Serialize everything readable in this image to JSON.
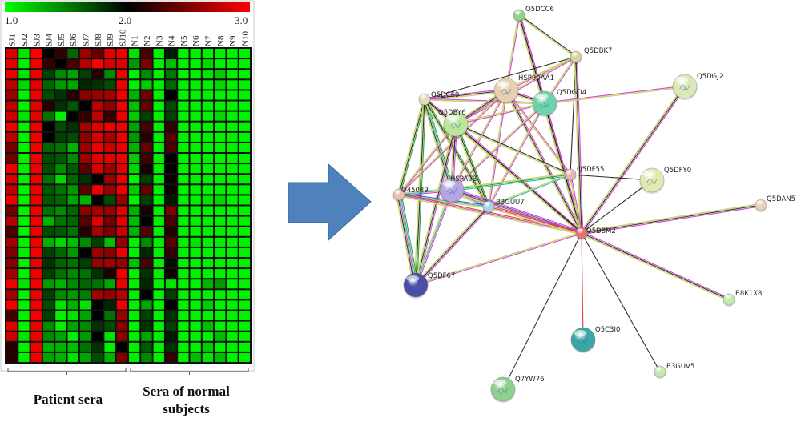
{
  "heatmap": {
    "colorscale": {
      "min_label": "1.0",
      "mid_label": "2.0",
      "max_label": "3.0",
      "min": 1.0,
      "mid": 2.0,
      "max": 3.0,
      "colors": [
        "#00ff00",
        "#000000",
        "#ff0000"
      ]
    },
    "columns": [
      "SJ1",
      "SJ2",
      "SJ3",
      "SJ4",
      "SJ5",
      "SJ6",
      "SJ7",
      "SJ8",
      "SJ9",
      "SJ10",
      "N1",
      "N2",
      "N3",
      "N4",
      "N5",
      "N6",
      "N7",
      "N8",
      "N9",
      "N10"
    ],
    "groups": [
      {
        "label": "Patient sera",
        "from": 0,
        "to": 9
      },
      {
        "label": "Sera of normal subjects",
        "from": 10,
        "to": 19
      }
    ],
    "rows": [
      [
        2.85,
        1.1,
        3.0,
        2.0,
        2.2,
        1.6,
        2.6,
        2.4,
        2.9,
        2.95,
        1.1,
        2.3,
        1.05,
        1.9,
        1.05,
        1.05,
        1.05,
        1.05,
        1.05,
        1.05
      ],
      [
        2.9,
        1.05,
        2.95,
        2.2,
        2.0,
        2.3,
        2.7,
        3.0,
        2.85,
        2.9,
        1.4,
        2.5,
        1.05,
        1.25,
        1.05,
        1.05,
        1.15,
        1.05,
        1.05,
        1.05
      ],
      [
        2.95,
        1.1,
        2.95,
        1.75,
        1.45,
        1.35,
        1.75,
        2.15,
        1.45,
        2.95,
        1.05,
        1.45,
        1.05,
        1.55,
        1.05,
        1.05,
        1.1,
        1.2,
        1.05,
        1.05
      ],
      [
        2.75,
        1.15,
        2.9,
        1.6,
        1.4,
        1.35,
        1.85,
        1.8,
        1.7,
        2.95,
        1.05,
        1.2,
        1.05,
        1.6,
        1.05,
        1.05,
        1.05,
        1.15,
        1.05,
        1.05
      ],
      [
        2.6,
        1.05,
        2.95,
        1.7,
        1.8,
        2.15,
        2.55,
        2.6,
        2.65,
        2.95,
        1.3,
        2.45,
        1.05,
        2.0,
        1.05,
        1.05,
        1.05,
        1.05,
        1.05,
        1.05
      ],
      [
        2.75,
        1.05,
        2.9,
        2.15,
        1.8,
        1.65,
        2.0,
        2.75,
        2.55,
        2.95,
        1.25,
        2.4,
        1.05,
        1.7,
        1.05,
        1.05,
        1.05,
        1.05,
        1.05,
        1.05
      ],
      [
        2.8,
        1.1,
        2.9,
        1.55,
        1.05,
        2.0,
        2.2,
        2.75,
        2.2,
        2.95,
        1.2,
        1.75,
        1.05,
        1.75,
        1.05,
        1.05,
        1.05,
        1.15,
        1.05,
        1.05
      ],
      [
        2.95,
        1.05,
        2.95,
        2.0,
        1.7,
        1.8,
        2.65,
        2.9,
        2.95,
        2.95,
        1.35,
        2.3,
        1.05,
        2.2,
        1.05,
        1.05,
        1.05,
        1.05,
        1.05,
        1.05
      ],
      [
        2.75,
        1.05,
        2.95,
        2.0,
        1.75,
        1.7,
        2.55,
        2.85,
        2.65,
        2.95,
        1.4,
        2.15,
        1.05,
        2.35,
        1.05,
        1.05,
        1.05,
        1.05,
        1.05,
        1.05
      ],
      [
        2.45,
        1.05,
        2.95,
        1.6,
        1.55,
        1.3,
        2.6,
        2.95,
        2.8,
        2.95,
        1.3,
        2.4,
        1.05,
        2.3,
        1.05,
        1.05,
        1.05,
        1.05,
        1.05,
        1.05
      ],
      [
        2.45,
        1.05,
        2.95,
        1.7,
        1.65,
        1.45,
        2.6,
        2.9,
        2.9,
        2.95,
        1.2,
        2.25,
        1.05,
        2.0,
        1.05,
        1.05,
        1.05,
        1.05,
        1.05,
        1.05
      ],
      [
        2.95,
        1.05,
        2.95,
        1.7,
        1.45,
        1.65,
        2.35,
        2.85,
        2.6,
        2.9,
        1.15,
        2.1,
        1.05,
        2.0,
        1.05,
        1.05,
        1.05,
        1.05,
        1.05,
        1.05
      ],
      [
        2.85,
        1.05,
        2.95,
        1.55,
        1.15,
        1.6,
        1.8,
        2.0,
        2.6,
        2.95,
        1.05,
        1.75,
        1.05,
        2.05,
        1.05,
        1.05,
        1.05,
        1.05,
        1.05,
        1.05
      ],
      [
        2.75,
        1.05,
        2.95,
        1.65,
        1.55,
        1.4,
        2.35,
        2.95,
        2.6,
        2.95,
        1.2,
        2.4,
        1.05,
        2.05,
        1.05,
        1.05,
        1.05,
        1.05,
        1.05,
        1.05
      ],
      [
        2.95,
        1.05,
        2.95,
        1.65,
        1.6,
        1.35,
        1.3,
        2.0,
        1.7,
        2.6,
        1.05,
        1.75,
        1.05,
        1.9,
        1.05,
        1.05,
        1.1,
        1.15,
        1.05,
        1.05
      ],
      [
        2.45,
        1.05,
        2.95,
        1.55,
        1.45,
        1.6,
        2.55,
        2.65,
        2.6,
        2.9,
        1.3,
        2.1,
        1.05,
        2.5,
        1.05,
        1.05,
        1.05,
        1.05,
        1.05,
        1.05
      ],
      [
        2.7,
        1.05,
        2.95,
        1.3,
        1.55,
        1.6,
        2.35,
        2.9,
        2.45,
        2.9,
        1.25,
        2.0,
        1.05,
        2.3,
        1.05,
        1.05,
        1.05,
        1.05,
        1.05,
        1.05
      ],
      [
        2.3,
        1.05,
        2.95,
        1.7,
        1.65,
        1.55,
        2.15,
        2.65,
        2.5,
        2.8,
        1.3,
        2.35,
        1.05,
        2.15,
        1.05,
        1.05,
        1.05,
        1.05,
        1.05,
        1.05
      ],
      [
        2.65,
        1.05,
        2.95,
        1.3,
        1.15,
        1.25,
        1.45,
        1.75,
        1.25,
        2.6,
        1.05,
        1.45,
        1.05,
        2.35,
        1.05,
        1.1,
        1.05,
        1.05,
        1.05,
        1.05
      ],
      [
        2.5,
        1.05,
        2.95,
        1.75,
        1.6,
        1.4,
        2.0,
        2.6,
        2.55,
        2.95,
        1.05,
        1.85,
        1.05,
        2.2,
        1.05,
        1.05,
        1.05,
        1.05,
        1.05,
        1.05
      ],
      [
        2.55,
        1.05,
        2.95,
        1.8,
        1.6,
        1.55,
        1.75,
        2.6,
        2.65,
        2.6,
        1.25,
        2.3,
        1.05,
        1.95,
        1.05,
        1.05,
        1.05,
        1.05,
        1.05,
        1.05
      ],
      [
        2.65,
        1.05,
        2.95,
        1.75,
        1.55,
        1.45,
        1.55,
        1.8,
        2.1,
        2.95,
        1.05,
        1.8,
        1.05,
        2.05,
        1.05,
        1.05,
        1.05,
        1.05,
        1.05,
        1.05
      ],
      [
        2.95,
        1.1,
        2.95,
        1.4,
        1.3,
        1.45,
        1.6,
        1.55,
        1.35,
        2.95,
        1.05,
        1.85,
        1.05,
        1.1,
        1.05,
        1.05,
        1.3,
        1.4,
        1.05,
        1.05
      ],
      [
        2.65,
        1.05,
        2.95,
        1.75,
        1.45,
        1.4,
        1.5,
        2.65,
        2.6,
        2.75,
        1.05,
        2.0,
        1.05,
        1.75,
        1.05,
        1.05,
        1.05,
        1.05,
        1.05,
        1.05
      ],
      [
        2.95,
        1.05,
        2.95,
        1.7,
        1.1,
        1.3,
        1.1,
        2.0,
        1.85,
        2.95,
        1.05,
        1.35,
        1.05,
        2.0,
        1.05,
        1.05,
        1.2,
        1.05,
        1.05,
        1.05
      ],
      [
        2.25,
        1.05,
        2.95,
        1.75,
        1.05,
        1.1,
        1.35,
        2.0,
        1.55,
        2.6,
        1.05,
        1.75,
        1.05,
        1.8,
        1.05,
        1.05,
        1.05,
        1.05,
        1.05,
        1.05
      ],
      [
        2.9,
        1.05,
        2.95,
        1.45,
        1.05,
        1.35,
        1.45,
        1.8,
        1.7,
        2.55,
        1.05,
        1.8,
        1.05,
        1.75,
        1.05,
        1.05,
        1.25,
        1.05,
        1.05,
        1.05
      ],
      [
        2.8,
        1.1,
        2.95,
        1.45,
        1.35,
        1.05,
        1.4,
        2.0,
        1.1,
        2.55,
        1.05,
        1.35,
        1.05,
        1.9,
        1.05,
        1.05,
        1.05,
        1.25,
        1.05,
        1.05
      ],
      [
        2.15,
        1.05,
        2.95,
        1.3,
        1.3,
        1.25,
        1.55,
        1.8,
        1.05,
        2.0,
        1.05,
        1.65,
        1.05,
        1.8,
        1.05,
        1.05,
        1.2,
        1.05,
        1.05,
        1.05
      ],
      [
        2.15,
        1.05,
        2.95,
        1.35,
        1.3,
        1.1,
        1.35,
        1.7,
        1.3,
        2.5,
        1.05,
        1.45,
        1.05,
        2.2,
        1.05,
        1.25,
        1.1,
        1.25,
        1.05,
        1.05
      ]
    ]
  },
  "arrow": {
    "color": "#4f81bd",
    "direction": "right"
  },
  "network": {
    "edge_colors": {
      "textmining": "#c6d66a",
      "coexpression": "#222222",
      "experiments": "#d03cd0",
      "database": "#22b0b0",
      "neighborhood": "#20a020",
      "cooccurrence": "#2e4ed8",
      "fusion": "#e03030"
    },
    "nodes": [
      {
        "id": "Q5DCC6",
        "label": "Q5DCC6",
        "size": "small",
        "color": "#8fd48a"
      },
      {
        "id": "Q5DBK7",
        "label": "Q5DBK7",
        "size": "small",
        "color": "#d6d49a"
      },
      {
        "id": "HSP90AA1",
        "label": "HSP90AA1",
        "size": "large",
        "color": "#e7cfb0"
      },
      {
        "id": "Q5DC69",
        "label": "Q5DC69",
        "size": "small",
        "color": "#e5dcbc"
      },
      {
        "id": "Q5DGD4",
        "label": "Q5DGD4",
        "size": "large",
        "color": "#6fd2ae"
      },
      {
        "id": "Q5DBY6",
        "label": "Q5DBY6",
        "size": "large",
        "color": "#bde69a"
      },
      {
        "id": "Q5DGJ2",
        "label": "Q5DGJ2",
        "size": "large",
        "color": "#dde8b8"
      },
      {
        "id": "Q5DF55",
        "label": "Q5DF55",
        "size": "small",
        "color": "#e8b6b8"
      },
      {
        "id": "Q5DFY0",
        "label": "Q5DFY0",
        "size": "large",
        "color": "#e4e8b0"
      },
      {
        "id": "HSPA9B",
        "label": "HSPA9B",
        "size": "large",
        "color": "#b6a4e4"
      },
      {
        "id": "O45039",
        "label": "O45039",
        "size": "small",
        "color": "#ecc0b0"
      },
      {
        "id": "B3GUU7",
        "label": "B3GUU7",
        "size": "small",
        "color": "#a8d4ee"
      },
      {
        "id": "Q5DAN5",
        "label": "Q5DAN5",
        "size": "small",
        "color": "#ecd0b8"
      },
      {
        "id": "Q5D8M2",
        "label": "Q5D8M2",
        "size": "small",
        "color": "#ea7070"
      },
      {
        "id": "Q5DF67",
        "label": "Q5DF67",
        "size": "large",
        "color": "#4a4ea6"
      },
      {
        "id": "B8K1X8",
        "label": "B8K1X8",
        "size": "small",
        "color": "#c4eaae"
      },
      {
        "id": "Q5C3I0",
        "label": "Q5C3I0",
        "size": "large",
        "color": "#3aa6a6"
      },
      {
        "id": "B3GUV5",
        "label": "B3GUV5",
        "size": "small",
        "color": "#c4eaae"
      },
      {
        "id": "Q7YW76",
        "label": "Q7YW76",
        "size": "large",
        "color": "#8fd08f"
      }
    ],
    "edges": [
      [
        "Q5DCC6",
        "Q5DBK7",
        [
          "coexpression",
          "textmining"
        ]
      ],
      [
        "Q5DCC6",
        "HSP90AA1",
        [
          "experiments",
          "textmining"
        ]
      ],
      [
        "Q5DCC6",
        "Q5DGD4",
        [
          "experiments",
          "coexpression",
          "textmining"
        ]
      ],
      [
        "Q5DCC6",
        "Q5D8M2",
        [
          "experiments",
          "coexpression",
          "textmining"
        ]
      ],
      [
        "Q5DBK7",
        "Q5DC69",
        [
          "coexpression"
        ]
      ],
      [
        "Q5DBK7",
        "HSP90AA1",
        [
          "experiments",
          "textmining"
        ]
      ],
      [
        "Q5DBK7",
        "Q5DGD4",
        [
          "experiments",
          "textmining"
        ]
      ],
      [
        "Q5DBK7",
        "Q5DBY6",
        [
          "experiments",
          "textmining"
        ]
      ],
      [
        "Q5DBK7",
        "Q5DF55",
        [
          "coexpression"
        ]
      ],
      [
        "Q5DBK7",
        "Q5D8M2",
        [
          "experiments",
          "coexpression",
          "textmining"
        ]
      ],
      [
        "Q5DC69",
        "HSP90AA1",
        [
          "experiments",
          "coexpression",
          "textmining"
        ]
      ],
      [
        "Q5DC69",
        "Q5DGD4",
        [
          "experiments",
          "textmining"
        ]
      ],
      [
        "Q5DC69",
        "Q5DBY6",
        [
          "experiments",
          "coexpression",
          "textmining"
        ]
      ],
      [
        "Q5DC69",
        "O45039",
        [
          "neighborhood",
          "coexpression",
          "textmining"
        ]
      ],
      [
        "Q5DC69",
        "HSPA9B",
        [
          "neighborhood",
          "database",
          "coexpression",
          "textmining"
        ]
      ],
      [
        "Q5DC69",
        "B3GUU7",
        [
          "neighborhood",
          "coexpression",
          "textmining"
        ]
      ],
      [
        "Q5DC69",
        "Q5D8M2",
        [
          "coexpression",
          "textmining"
        ]
      ],
      [
        "Q5DC69",
        "Q5DF67",
        [
          "neighborhood",
          "coexpression",
          "textmining"
        ]
      ],
      [
        "HSP90AA1",
        "Q5DGD4",
        [
          "experiments",
          "coexpression",
          "textmining"
        ]
      ],
      [
        "HSP90AA1",
        "Q5DBY6",
        [
          "experiments",
          "coexpression",
          "textmining"
        ]
      ],
      [
        "HSP90AA1",
        "HSPA9B",
        [
          "experiments",
          "textmining"
        ]
      ],
      [
        "HSP90AA1",
        "B3GUU7",
        [
          "experiments",
          "textmining"
        ]
      ],
      [
        "HSP90AA1",
        "Q5DF55",
        [
          "experiments",
          "textmining"
        ]
      ],
      [
        "HSP90AA1",
        "Q5D8M2",
        [
          "experiments",
          "coexpression",
          "textmining"
        ]
      ],
      [
        "HSP90AA1",
        "O45039",
        [
          "experiments",
          "textmining"
        ]
      ],
      [
        "Q5DGD4",
        "Q5DBY6",
        [
          "experiments",
          "textmining"
        ]
      ],
      [
        "Q5DGD4",
        "Q5DGJ2",
        [
          "experiments",
          "textmining"
        ]
      ],
      [
        "Q5DGD4",
        "HSPA9B",
        [
          "experiments",
          "textmining"
        ]
      ],
      [
        "Q5DGD4",
        "B3GUU7",
        [
          "experiments",
          "textmining"
        ]
      ],
      [
        "Q5DGD4",
        "Q5D8M2",
        [
          "experiments",
          "coexpression",
          "textmining"
        ]
      ],
      [
        "Q5DBY6",
        "HSPA9B",
        [
          "experiments",
          "coexpression",
          "textmining"
        ]
      ],
      [
        "Q5DBY6",
        "B3GUU7",
        [
          "neighborhood",
          "coexpression",
          "textmining"
        ]
      ],
      [
        "Q5DBY6",
        "O45039",
        [
          "experiments",
          "textmining"
        ]
      ],
      [
        "Q5DBY6",
        "Q5DF55",
        [
          "coexpression",
          "textmining"
        ]
      ],
      [
        "Q5DBY6",
        "Q5D8M2",
        [
          "experiments",
          "coexpression",
          "textmining"
        ]
      ],
      [
        "Q5DBY6",
        "Q5DF67",
        [
          "experiments",
          "coexpression",
          "textmining"
        ]
      ],
      [
        "Q5DGJ2",
        "Q5D8M2",
        [
          "experiments",
          "coexpression",
          "textmining"
        ]
      ],
      [
        "Q5DF55",
        "Q5DFY0",
        [
          "coexpression"
        ]
      ],
      [
        "Q5DF55",
        "HSPA9B",
        [
          "database",
          "neighborhood",
          "textmining"
        ]
      ],
      [
        "Q5DF55",
        "B3GUU7",
        [
          "database",
          "textmining"
        ]
      ],
      [
        "Q5DF55",
        "Q5D8M2",
        [
          "experiments",
          "textmining"
        ]
      ],
      [
        "Q5DFY0",
        "Q5D8M2",
        [
          "coexpression"
        ]
      ],
      [
        "HSPA9B",
        "O45039",
        [
          "experiments",
          "database",
          "textmining"
        ]
      ],
      [
        "HSPA9B",
        "B3GUU7",
        [
          "cooccurrence",
          "database",
          "experiments",
          "textmining"
        ]
      ],
      [
        "HSPA9B",
        "Q5D8M2",
        [
          "experiments",
          "cooccurrence",
          "fusion",
          "textmining"
        ]
      ],
      [
        "HSPA9B",
        "Q5DF67",
        [
          "experiments",
          "database",
          "textmining"
        ]
      ],
      [
        "O45039",
        "B3GUU7",
        [
          "cooccurrence",
          "database",
          "textmining"
        ]
      ],
      [
        "O45039",
        "Q5D8M2",
        [
          "fusion",
          "experiments",
          "textmining"
        ]
      ],
      [
        "O45039",
        "Q5DF67",
        [
          "neighborhood",
          "database",
          "experiments",
          "coexpression",
          "textmining"
        ]
      ],
      [
        "B3GUU7",
        "Q5D8M2",
        [
          "experiments",
          "fusion",
          "textmining"
        ]
      ],
      [
        "B3GUU7",
        "Q5DF67",
        [
          "experiments",
          "coexpression",
          "textmining"
        ]
      ],
      [
        "Q5DAN5",
        "Q5D8M2",
        [
          "experiments",
          "coexpression",
          "textmining"
        ]
      ],
      [
        "Q5D8M2",
        "Q5DF67",
        [
          "experiments",
          "textmining"
        ]
      ],
      [
        "Q5D8M2",
        "B8K1X8",
        [
          "experiments",
          "coexpression",
          "textmining"
        ]
      ],
      [
        "Q5D8M2",
        "Q5C3I0",
        [
          "fusion"
        ]
      ],
      [
        "Q5D8M2",
        "B3GUV5",
        [
          "coexpression"
        ]
      ],
      [
        "Q5D8M2",
        "Q7YW76",
        [
          "coexpression"
        ]
      ]
    ]
  }
}
